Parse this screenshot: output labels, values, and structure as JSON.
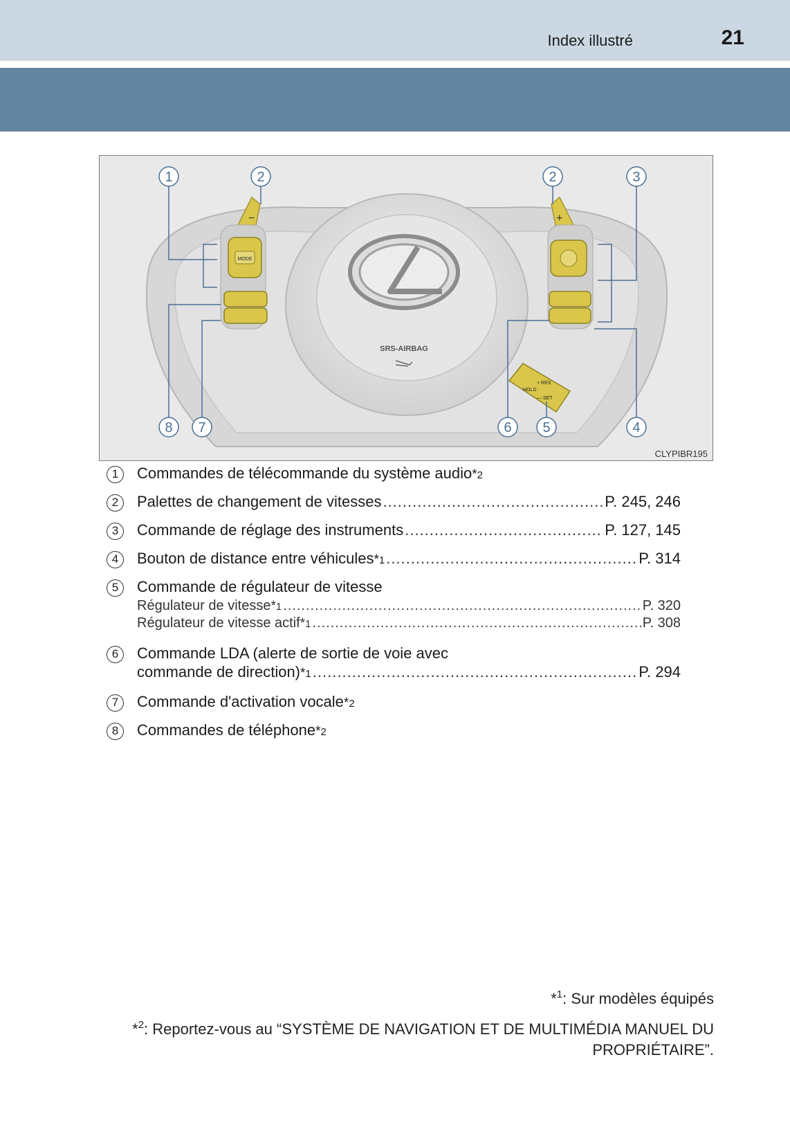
{
  "header": {
    "section_title": "Index illustré",
    "page_number": "21"
  },
  "figure": {
    "code": "CLYPIBR195",
    "airbag_label": "SRS-AIRBAG",
    "mode_label": "MODE",
    "lever_labels": [
      "+ RES",
      "HOLD",
      "— SET"
    ],
    "callouts": [
      "1",
      "2",
      "2",
      "3",
      "8",
      "7",
      "6",
      "5",
      "4"
    ],
    "accent_color": "#d9c64a"
  },
  "items": [
    {
      "num": "1",
      "label": "Commandes de télécommande du système audio",
      "sup": "2",
      "page": ""
    },
    {
      "num": "2",
      "label": "Palettes de changement de vitesses",
      "sup": "",
      "page": "P. 245, 246"
    },
    {
      "num": "3",
      "label": "Commande de réglage des instruments",
      "sup": "",
      "page": "P. 127, 145"
    },
    {
      "num": "4",
      "label": "Bouton de distance entre véhicules",
      "sup": "1",
      "page": "P. 314"
    },
    {
      "num": "5",
      "label": "Commande de régulateur de vitesse",
      "sup": "",
      "page": "",
      "subitems": [
        {
          "label": "Régulateur de vitesse",
          "sup": "1",
          "page": "P. 320"
        },
        {
          "label": "Régulateur de vitesse actif",
          "sup": "1",
          "page": "P. 308"
        }
      ]
    },
    {
      "num": "6",
      "label_line1": "Commande LDA (alerte de sortie de voie avec",
      "label_line2": "commande de direction)",
      "sup": "1",
      "page": "P. 294"
    },
    {
      "num": "7",
      "label": "Commande d'activation vocale",
      "sup": "2",
      "page": ""
    },
    {
      "num": "8",
      "label": "Commandes de téléphone",
      "sup": "2",
      "page": ""
    }
  ],
  "footnotes": {
    "note1_mark": "*",
    "note1_num": "1",
    "note1_text": ": Sur modèles équipés",
    "note2_mark": "*",
    "note2_num": "2",
    "note2_text": ": Reportez-vous au “SYSTÈME DE NAVIGATION ET DE MULTIMÉDIA MANUEL DU PROPRIÉTAIRE”."
  }
}
